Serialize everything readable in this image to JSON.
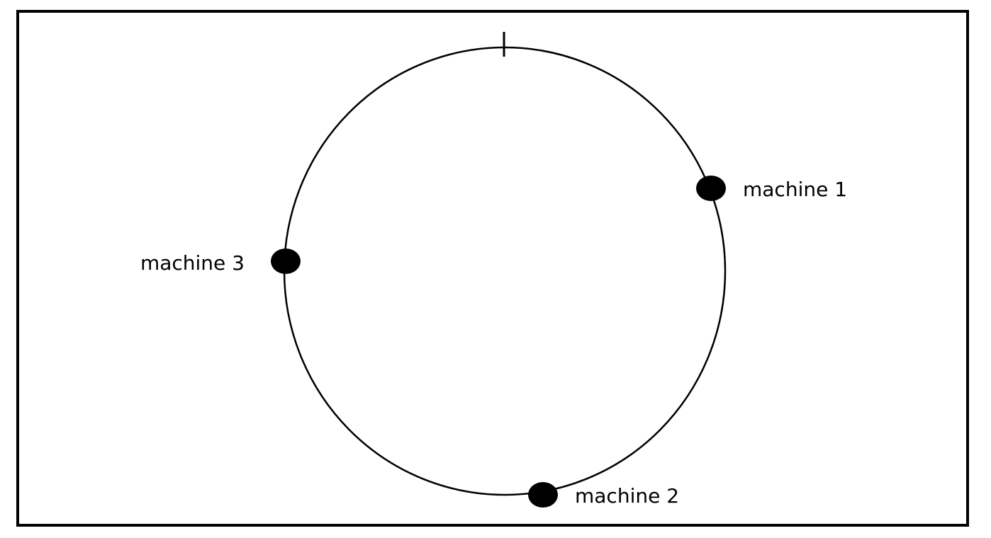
{
  "diagram": {
    "type": "hash-ring",
    "line_color": "#000000",
    "node_color": "#000000",
    "start_marker": "tick-at-top",
    "nodes": [
      {
        "id": "machine-1",
        "label": "machine 1",
        "label_side": "right"
      },
      {
        "id": "machine-2",
        "label": "machine 2",
        "label_side": "right"
      },
      {
        "id": "machine-3",
        "label": "machine 3",
        "label_side": "left"
      }
    ]
  }
}
